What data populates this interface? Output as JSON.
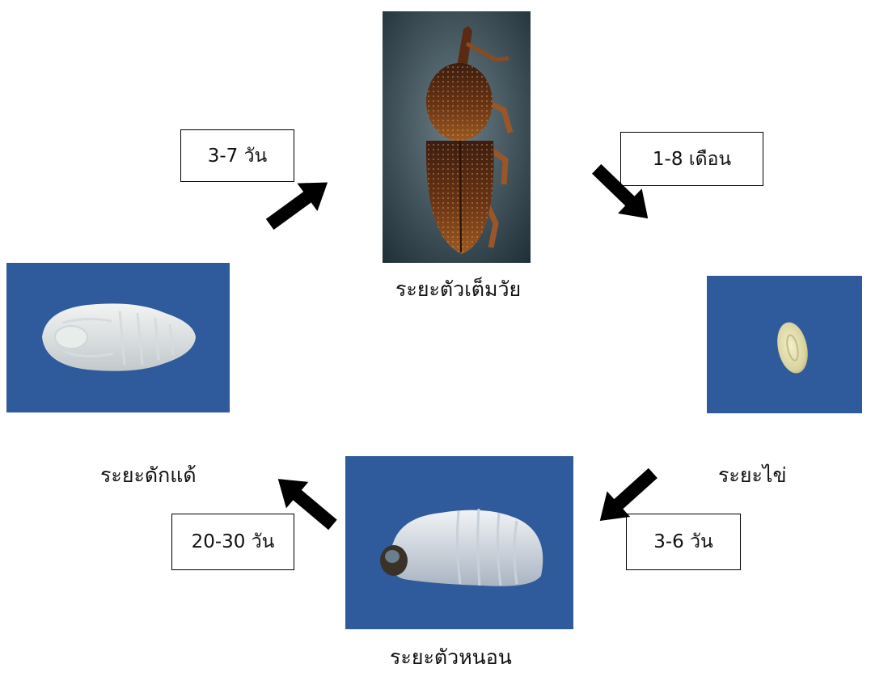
{
  "stages": {
    "adult": "ระยะตัวเต็มวัย",
    "egg": "ระยะไข่",
    "larva": "ระยะตัวหนอน",
    "pupa": "ระยะดักแด้"
  },
  "durations": {
    "pupa_to_adult": "3-7 วัน",
    "adult_to_egg": "1-8 เดือน",
    "egg_to_larva": "3-6 วัน",
    "larva_to_pupa": "20-30 วัน"
  },
  "colors": {
    "photo_background": "#2f5a9c",
    "arrow": "#000000"
  }
}
